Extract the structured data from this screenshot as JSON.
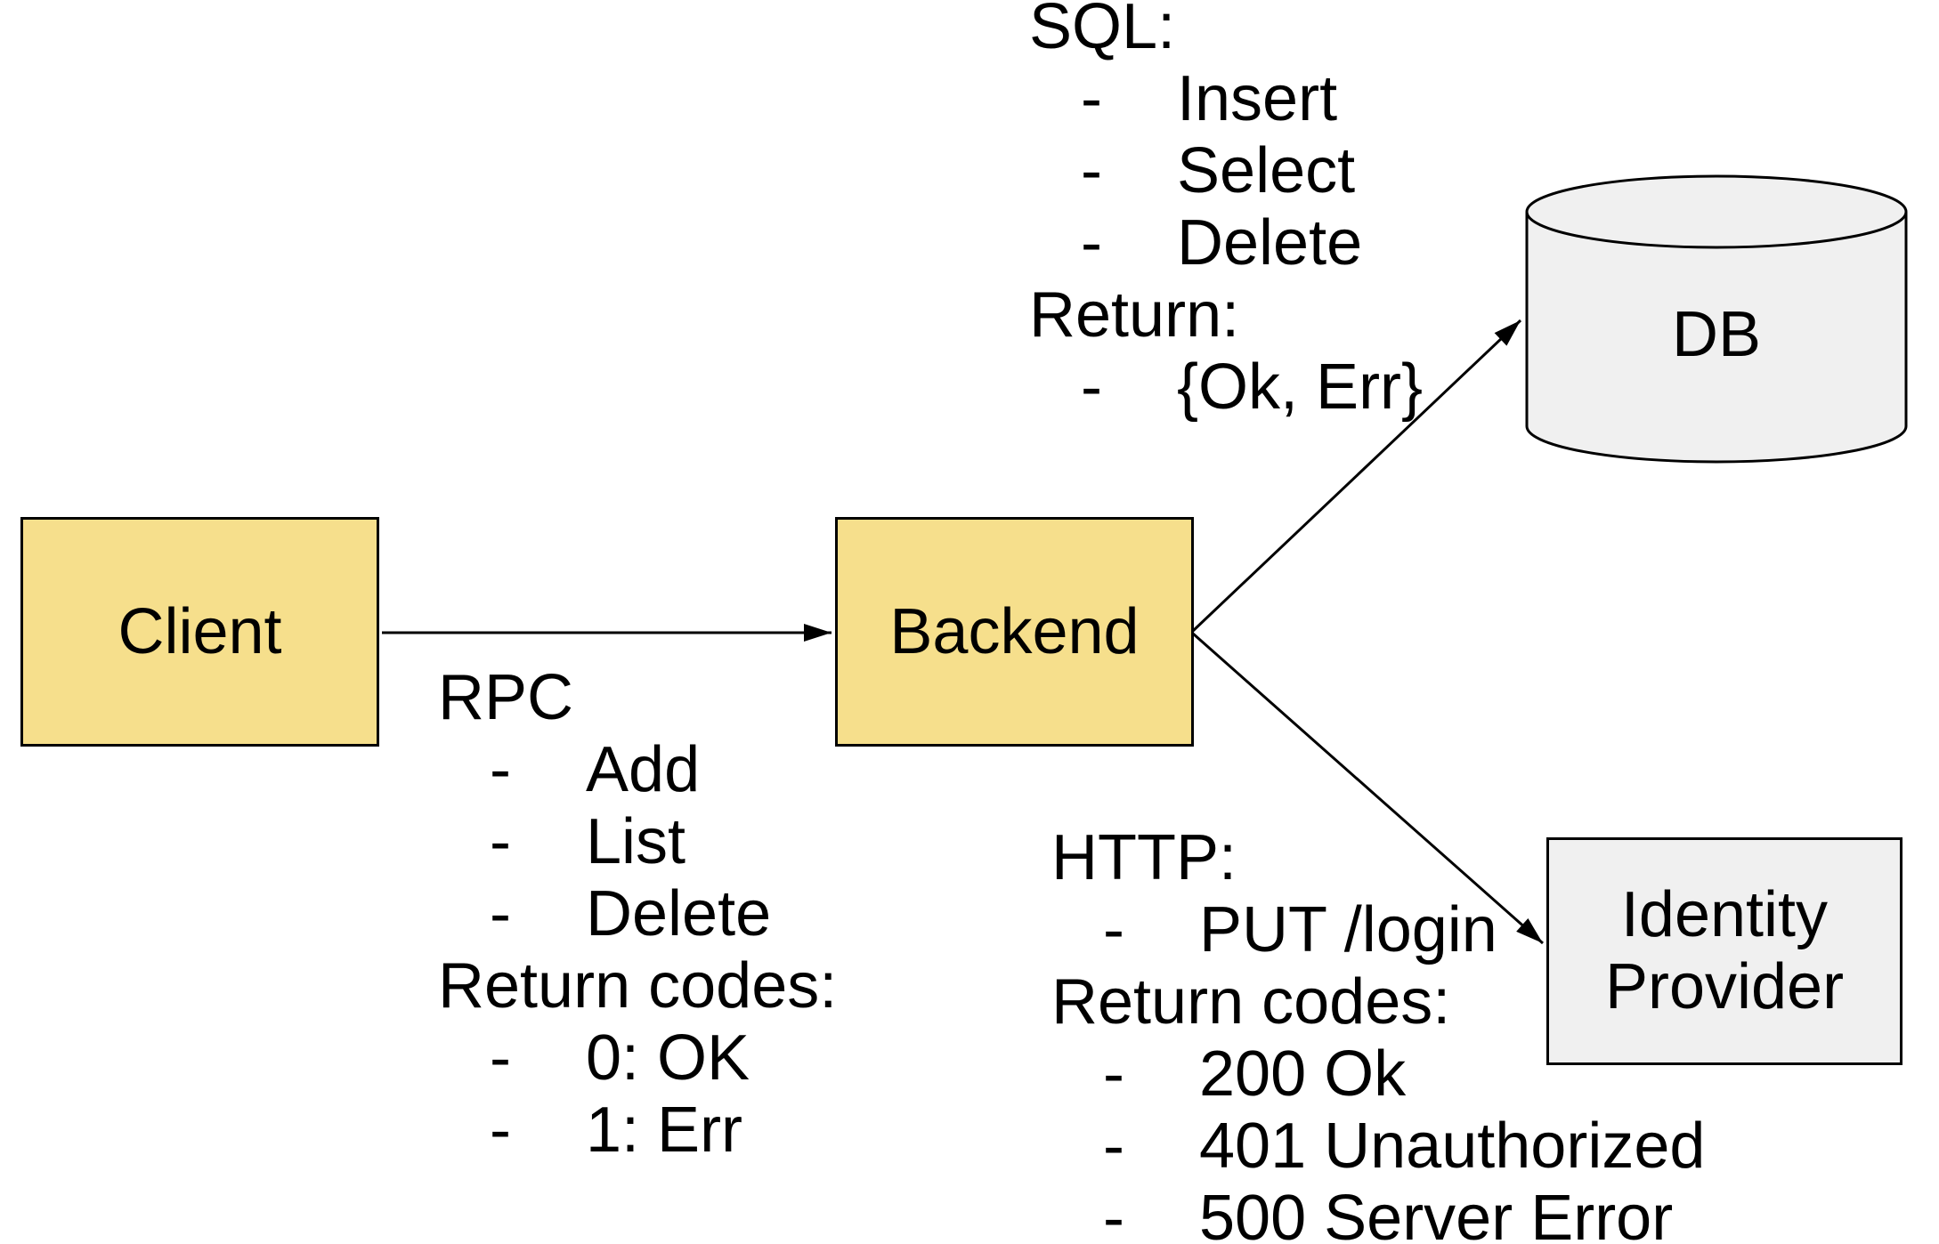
{
  "diagram": {
    "title": "Client / Backend architecture diagram",
    "background": "#ffffff",
    "colors": {
      "service_fill": "#f6df8c",
      "store_fill": "#f0f0f0",
      "stroke": "#000000",
      "text": "#000000"
    },
    "nodes": {
      "client": {
        "label": "Client",
        "shape": "rectangle"
      },
      "backend": {
        "label": "Backend",
        "shape": "rectangle"
      },
      "db": {
        "label": "DB",
        "shape": "cylinder"
      },
      "identity_provider": {
        "label": "Identity Provider",
        "shape": "rectangle"
      }
    },
    "edges": {
      "client_to_backend": {
        "from": "Client",
        "to": "Backend"
      },
      "backend_to_db": {
        "from": "Backend",
        "to": "DB"
      },
      "backend_to_identity_provider": {
        "from": "Backend",
        "to": "Identity Provider"
      }
    },
    "notes": {
      "bullet_char": "-",
      "rpc": {
        "lines": [
          "RPC",
          "Add",
          "List",
          "Delete",
          "Return codes:",
          "0: OK",
          "1: Err"
        ]
      },
      "sql": {
        "lines": [
          "SQL:",
          "Insert",
          "Select",
          "Delete",
          "Return:",
          "{Ok, Err}"
        ]
      },
      "http": {
        "lines": [
          "HTTP:",
          "PUT /login",
          "Return codes:",
          "200 Ok",
          "401 Unauthorized",
          "500 Server Error"
        ]
      }
    }
  }
}
